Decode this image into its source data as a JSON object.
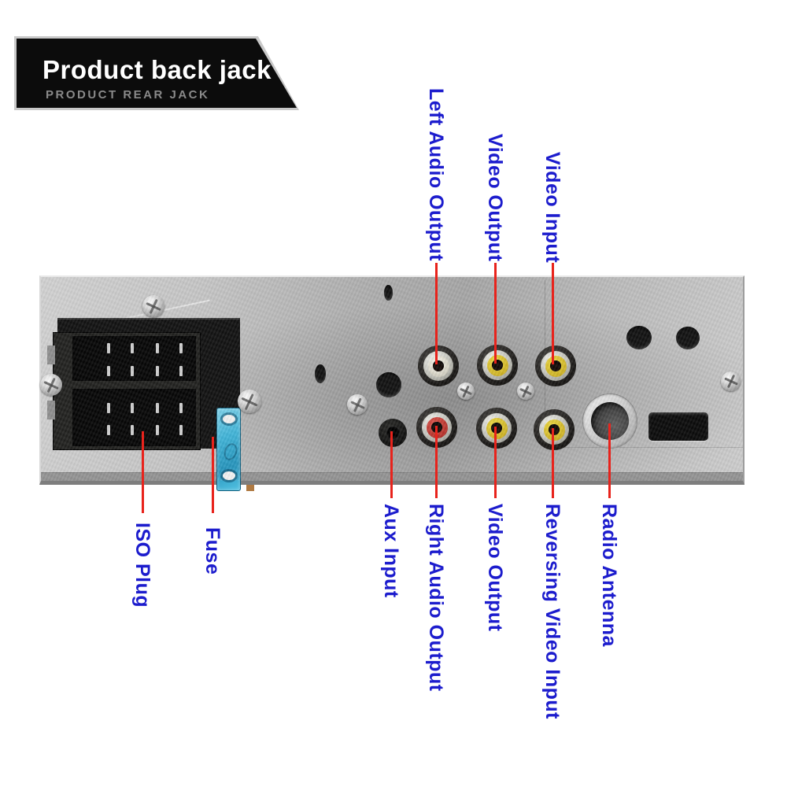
{
  "badge": {
    "title": "Product back jack",
    "subtitle": "PRODUCT REAR JACK"
  },
  "labels": {
    "top": [
      "Left Audio Output",
      "Video Output",
      "Video Input"
    ],
    "bottom": [
      "Aux Input",
      "Right Audio Output",
      "Video Output",
      "Reversing Video Input",
      "Radio Antenna"
    ],
    "connector": [
      "ISO Plug",
      "Fuse"
    ]
  },
  "ports": [
    {
      "label": "Left Audio Output",
      "connector_color": "white"
    },
    {
      "label": "Video Output",
      "connector_color": "yellow"
    },
    {
      "label": "Video Input",
      "connector_color": "yellow"
    },
    {
      "label": "Aux Input",
      "connector_color": "black"
    },
    {
      "label": "Right Audio Output",
      "connector_color": "red"
    },
    {
      "label": "Video Output",
      "connector_color": "yellow"
    },
    {
      "label": "Reversing Video Input",
      "connector_color": "yellow"
    },
    {
      "label": "Radio Antenna",
      "connector_color": "black"
    },
    {
      "label": "ISO Plug",
      "connector_color": "black"
    },
    {
      "label": "Fuse",
      "connector_color": "blue"
    }
  ],
  "colors": {
    "label_blue": "#1c1ccd",
    "callout_red": "#e8231c",
    "rca_white": "#e9e5d8",
    "rca_yellow": "#e3cc35",
    "rca_red": "#cc4038",
    "fuse_blue": "#41b4d8",
    "panel_gray": "#bdbdbd",
    "badge_black": "#0c0c0c"
  }
}
